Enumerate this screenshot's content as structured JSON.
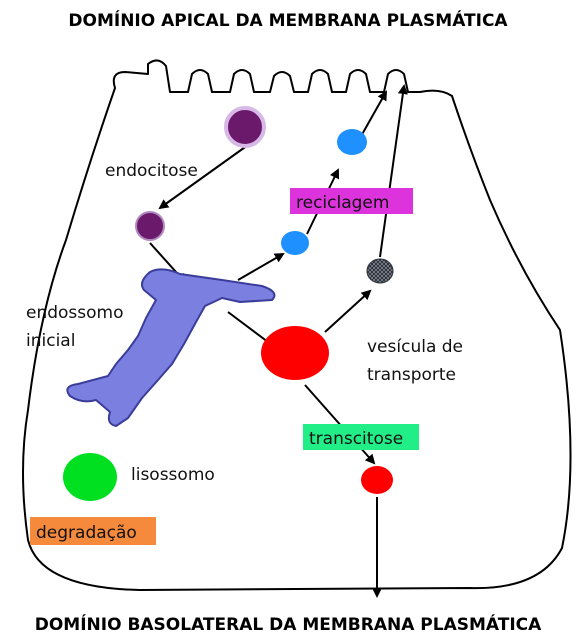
{
  "diagram": {
    "title_top": "DOMÍNIO APICAL DA MEMBRANA PLASMÁTICA",
    "title_bottom": "DOMÍNIO BASOLATERAL DA MEMBRANA PLASMÁTICA",
    "labels": {
      "endocitose": "endocitose",
      "reciclagem": "reciclagem",
      "endossomo_line1": "endossomo",
      "endossomo_line2": "inicial",
      "vesicula_line1": "vesícula de",
      "vesicula_line2": "transporte",
      "transcitose": "transcitose",
      "lisossomo": "lisossomo",
      "degradacao": "degradação"
    },
    "colors": {
      "cell_outline": "#000000",
      "endocytic_vesicle": "#6b1a6b",
      "recycling_vesicle": "#1e90ff",
      "hatched_vesicle": "#4a4f5a",
      "endosome": "#7b7fe0",
      "transport_vesicle": "#ff0000",
      "lysosome": "#00e020",
      "reciclagem_box": "#dd33dd",
      "transcitose_box": "#22ee88",
      "degradacao_box": "#f58a3c"
    }
  }
}
